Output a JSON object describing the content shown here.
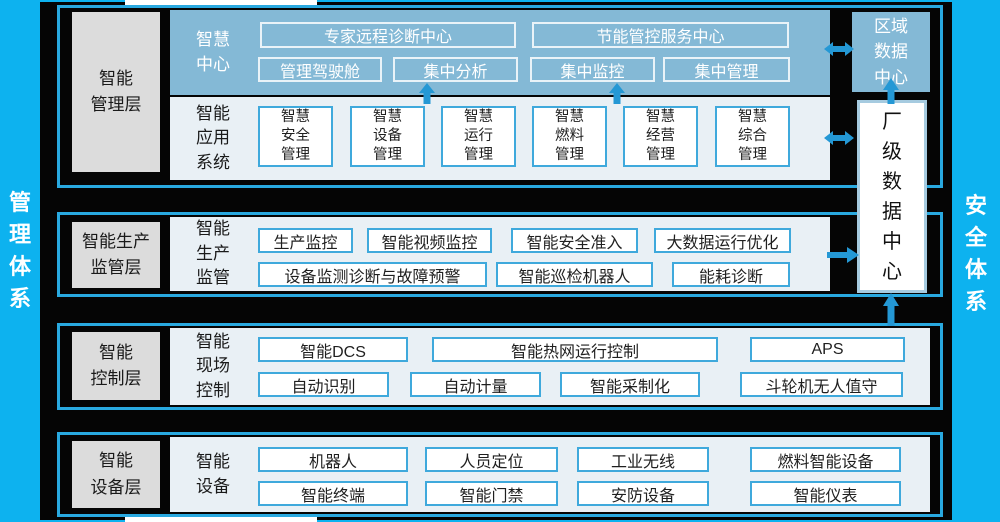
{
  "colors": {
    "background_cyan": "#0db2ef",
    "canvas_black": "#050505",
    "panel_border": "#29a9e0",
    "layer_label_bg": "#dcdcdc",
    "hub_section_bg": "#84b9d6",
    "light_section_bg": "#e9f0f5",
    "function_box_border": "#3fa9dc",
    "arrow_blue": "#2498d5",
    "plant_dc_border": "#a6cbe0"
  },
  "side_labels": {
    "left": "管\n理\n体\n系",
    "right": "安\n全\n体\n系"
  },
  "data_centers": {
    "regional": "区域\n数据\n中心",
    "plant": "厂\n级\n数\n据\n中\n心"
  },
  "layers": {
    "management": {
      "label": "智能\n管理层",
      "hub": {
        "label": "智慧\n中心",
        "row1": [
          "专家远程诊断中心",
          "节能管控服务中心"
        ],
        "row2": [
          "管理驾驶舱",
          "集中分析",
          "集中监控",
          "集中管理"
        ]
      },
      "apps": {
        "label": "智能\n应用\n系统",
        "boxes": [
          "智慧\n安全\n管理",
          "智慧\n设备\n管理",
          "智慧\n运行\n管理",
          "智慧\n燃料\n管理",
          "智慧\n经营\n管理",
          "智慧\n综合\n管理"
        ]
      }
    },
    "supervision": {
      "label": "智能生产\n监管层",
      "section_label": "智能\n生产\n监管",
      "row1": [
        "生产监控",
        "智能视频监控",
        "智能安全准入",
        "大数据运行优化"
      ],
      "row2": [
        "设备监测诊断与故障预警",
        "智能巡检机器人",
        "能耗诊断"
      ]
    },
    "control": {
      "label": "智能\n控制层",
      "section_label": "智能\n现场\n控制",
      "row1": [
        "智能DCS",
        "智能热网运行控制",
        "APS"
      ],
      "row2": [
        "自动识别",
        "自动计量",
        "智能采制化",
        "斗轮机无人值守"
      ]
    },
    "device": {
      "label": "智能\n设备层",
      "section_label": "智能\n设备",
      "row1": [
        "机器人",
        "人员定位",
        "工业无线",
        "燃料智能设备"
      ],
      "row2": [
        "智能终端",
        "智能门禁",
        "安防设备",
        "智能仪表"
      ]
    }
  }
}
